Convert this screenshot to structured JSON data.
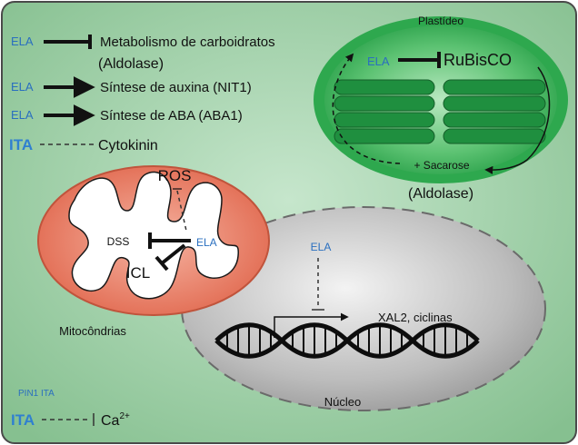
{
  "left_list": {
    "row1": {
      "agent": "ELA",
      "target_line1": "Metabolismo de carboidratos",
      "target_line2": "(Aldolase)"
    },
    "row2": {
      "agent": "ELA",
      "target": "Síntese de auxina (NIT1)"
    },
    "row3": {
      "agent": "ELA",
      "target": "Síntese de ABA (ABA1)"
    },
    "row4": {
      "agent": "ITA",
      "target": "Cytokinin"
    }
  },
  "plastid": {
    "title": "Plastídeo",
    "agent": "ELA",
    "target": "RuBisCO",
    "product": "+ Sacarose",
    "caption": "(Aldolase)"
  },
  "mitochondria": {
    "ros": "ROS",
    "dss": "DSS",
    "agent": "ELA",
    "icl": "ICL",
    "caption": "Mitocôndrias"
  },
  "nucleus": {
    "agent": "ELA",
    "genes": "XAL2, ciclinas",
    "caption": "Núcleo"
  },
  "bottom": {
    "small_label": "PIN1 ITA",
    "agent": "ITA",
    "target": "Ca",
    "target_sup": "2+"
  },
  "colors": {
    "background": "#9fcfa8",
    "border": "#4a4a4a",
    "ela_blue": "#2a6fbf",
    "ita_blue": "#2f7fd0",
    "plastid_green": "#2fa84f",
    "mito_orange": "#e66e54",
    "nucleus_gray": "#a9a9a9"
  }
}
